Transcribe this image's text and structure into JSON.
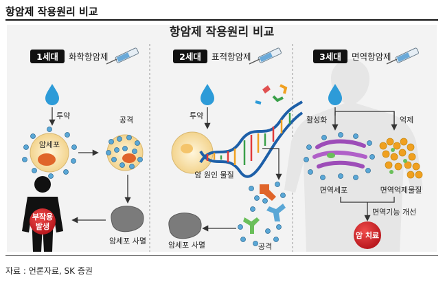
{
  "header": {
    "title": "항암제 작용원리 비교"
  },
  "figure": {
    "title": "항암제 작용원리 비교",
    "panels": [
      {
        "badge": "1세대",
        "name": "화학항암제",
        "labels": {
          "administer": "투약",
          "cell": "암세포",
          "attack": "공격",
          "death": "암세포 사멸",
          "side1": "부작용",
          "side2": "발생"
        }
      },
      {
        "badge": "2세대",
        "name": "표적항암제",
        "labels": {
          "administer": "투약",
          "cause": "암 원인 물질",
          "death": "암세포 사멸",
          "attack": "공격"
        }
      },
      {
        "badge": "3세대",
        "name": "면역항암제",
        "labels": {
          "activate": "활성화",
          "suppress": "억제",
          "immune": "면역세포",
          "suppressor": "면역억제물질",
          "improve": "면역기능 개선",
          "cure": "암 치료"
        }
      }
    ]
  },
  "footer": {
    "source": "자료 : 언론자료, SK 증권"
  },
  "colors": {
    "accent_red": "#d8262e",
    "badge_bg": "#111111",
    "drop_blue": "#2d9bd8",
    "dot_blue": "#5aa7d6"
  }
}
